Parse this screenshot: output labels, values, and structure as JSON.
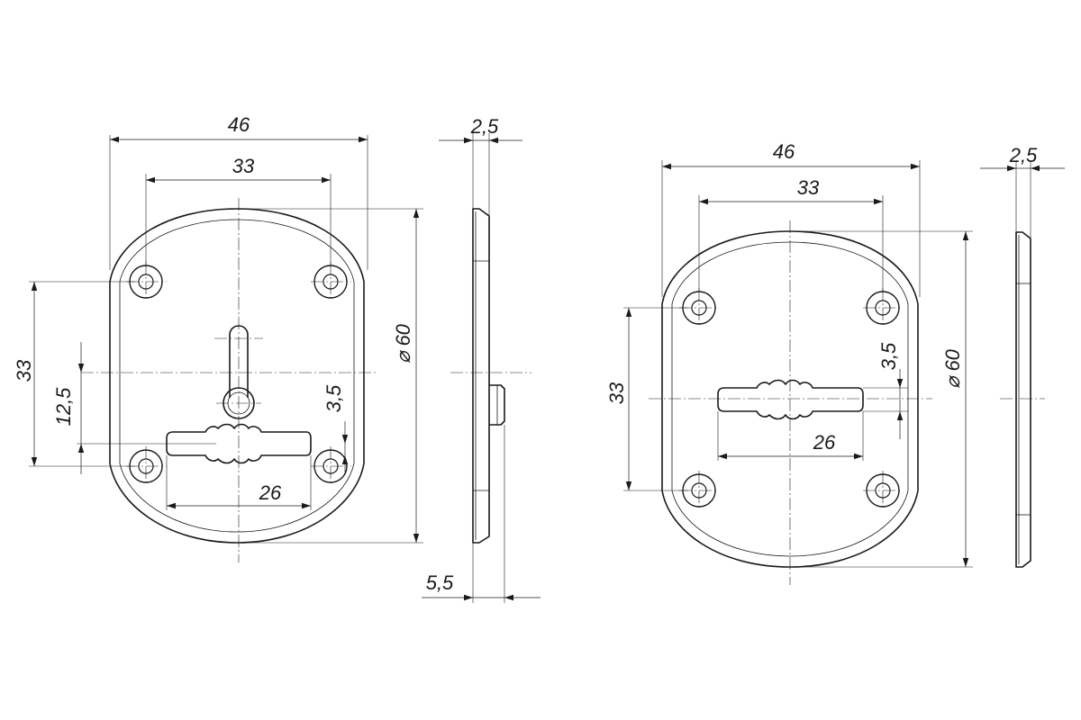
{
  "left_view": {
    "dims": {
      "overall_width": "46",
      "hole_spacing_horizontal": "33",
      "thickness": "2,5",
      "diameter": "⌀ 60",
      "hole_spacing_vertical": "33",
      "keyhole_offset": "12,5",
      "slot_offset": "3,5",
      "slot_length": "26",
      "boss_depth": "5,5"
    }
  },
  "right_view": {
    "dims": {
      "overall_width": "46",
      "hole_spacing_horizontal": "33",
      "thickness": "2,5",
      "diameter": "⌀ 60",
      "hole_spacing_vertical": "33",
      "slot_offset": "3,5",
      "slot_length": "26"
    }
  },
  "colors": {
    "line": "#1a1a1a",
    "background": "#ffffff"
  }
}
